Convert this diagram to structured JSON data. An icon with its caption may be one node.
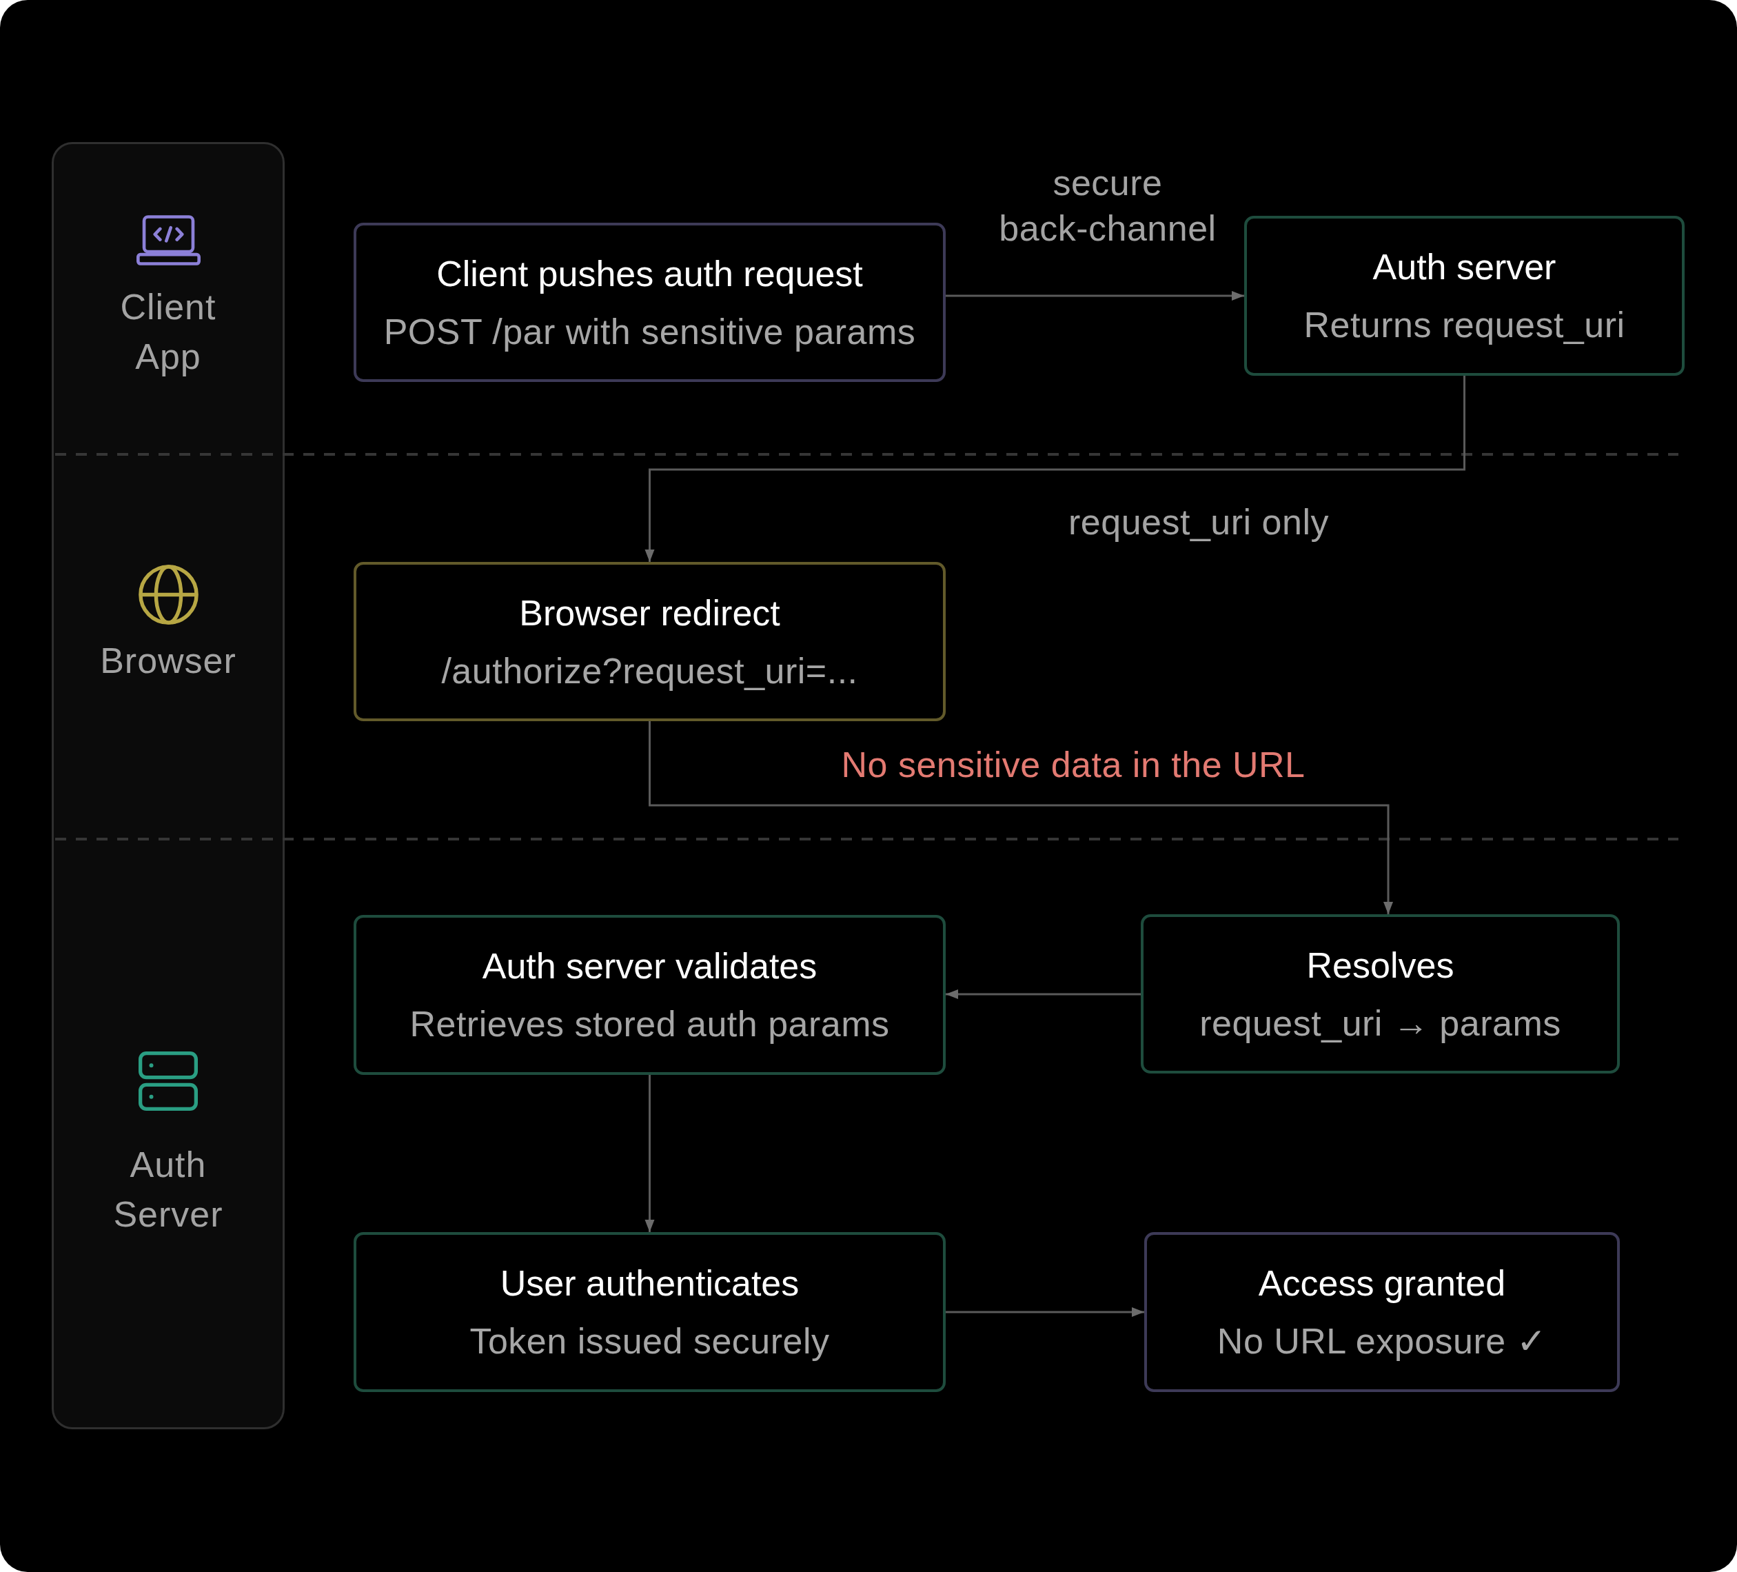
{
  "diagram": {
    "nodes": [
      {
        "text": [
          "Client pushes auth request",
          "POST /par with sensitive params"
        ]
      },
      {
        "text": [
          "Auth server",
          "Returns request_uri"
        ]
      },
      {
        "text": [
          "Browser redirect",
          "/authorize?request_uri=..."
        ]
      },
      {
        "text": [
          "Auth server validates",
          "Retrieves stored auth params"
        ]
      },
      {
        "text": [
          "Resolves",
          "request_uri → params"
        ]
      },
      {
        "text": [
          "User authenticates",
          "Token issued securely"
        ]
      },
      {
        "text": [
          "Access granted",
          "No URL exposure ✓"
        ]
      }
    ],
    "edges": [
      {
        "from": 0,
        "to": 1,
        "arrow": "to",
        "label": "secure back-channel"
      },
      {
        "from": 1,
        "to": 2,
        "arrow": "to",
        "label": "request_uri only"
      },
      {
        "from": 2,
        "to": 4,
        "arrow": "to",
        "label": "No sensitive data in the URL"
      },
      {
        "from": 4,
        "to": 3,
        "arrow": "to"
      },
      {
        "from": 3,
        "to": 5,
        "arrow": "to"
      },
      {
        "from": 5,
        "to": 6,
        "arrow": "to"
      }
    ],
    "labels": [
      "Client App",
      "Browser",
      "Auth Server"
    ]
  }
}
